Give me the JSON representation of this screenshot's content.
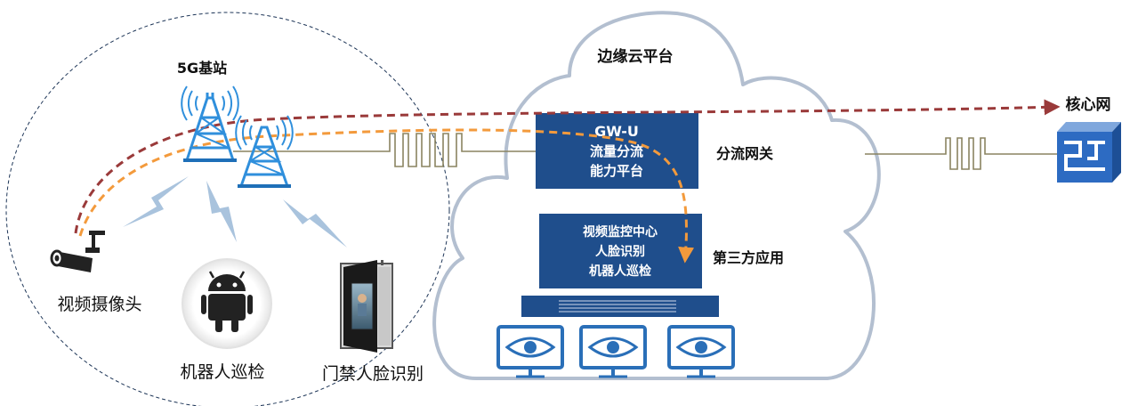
{
  "labels": {
    "base_station": "5G基站",
    "edge_cloud": "边缘云平台",
    "core_network": "核心网",
    "gateway_label": "分流网关",
    "third_party_label": "第三方应用",
    "camera": "视频摄像头",
    "robot": "机器人巡检",
    "door": "门禁人脸识别"
  },
  "gw_box": {
    "line1": "GW-U",
    "line2": "流量分流",
    "line3": "能力平台"
  },
  "app_box": {
    "line1": "视频监控中心",
    "line2": "人脸识别",
    "line3": "机器人巡检"
  },
  "colors": {
    "box_fill": "#1f4e8c",
    "cloud_stroke": "#b3bfd0",
    "dashed_red": "#9a3a3a",
    "dashed_orange": "#f39a3c",
    "antenna": "#2f8fdc",
    "wire": "#8a8460",
    "router": "#2d6bc2"
  },
  "icons": {
    "tower": "antenna-tower-icon",
    "camera": "surveillance-camera-icon",
    "robot": "android-robot-icon",
    "door": "face-recognition-door-icon",
    "monitor": "eye-monitor-icon",
    "router": "core-router-icon"
  }
}
